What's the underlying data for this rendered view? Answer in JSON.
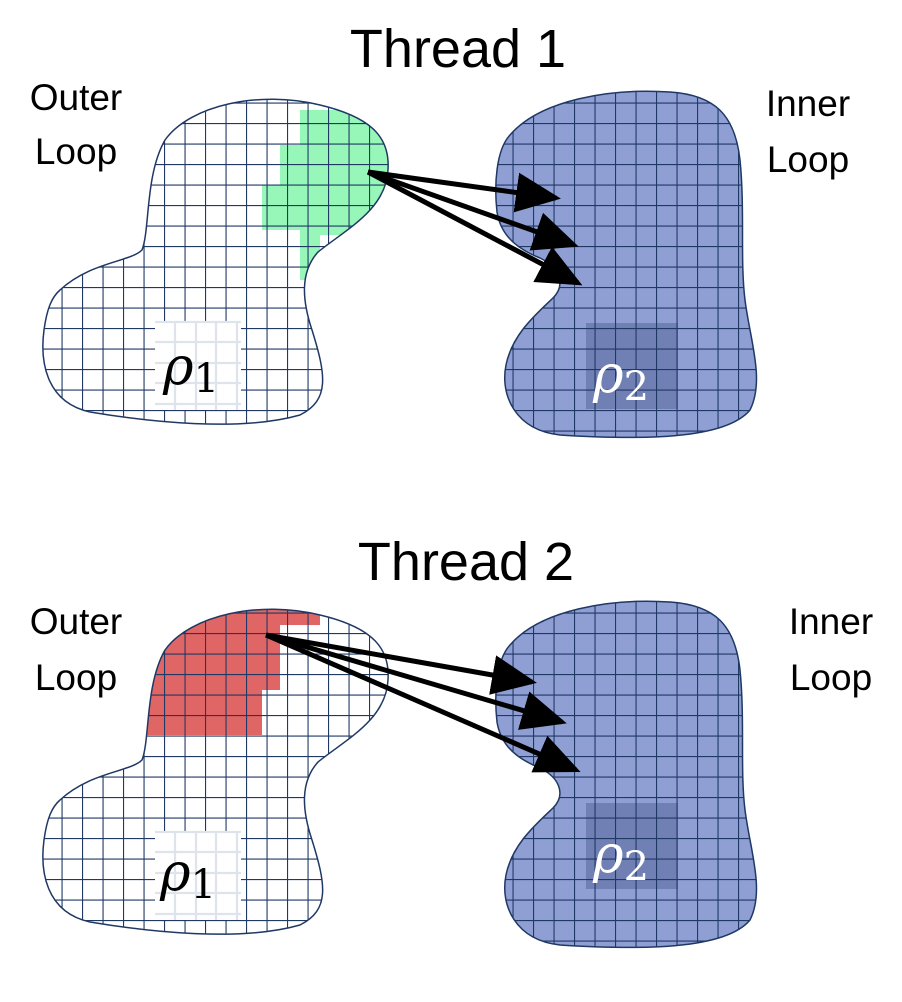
{
  "panels": [
    {
      "title": "Thread 1",
      "outer_label": [
        "Outer",
        "Loop"
      ],
      "inner_label": [
        "Inner",
        "Loop"
      ],
      "outer_symbol": "ρ",
      "outer_subscript": "1",
      "inner_symbol": "ρ",
      "inner_subscript": "2",
      "highlight_color": "#96f7b9"
    },
    {
      "title": "Thread 2",
      "outer_label": [
        "Outer",
        "Loop"
      ],
      "inner_label": [
        "Inner",
        "Loop"
      ],
      "outer_symbol": "ρ",
      "outer_subscript": "1",
      "inner_symbol": "ρ",
      "inner_subscript": "2",
      "highlight_color": "#e06666"
    }
  ],
  "colors": {
    "grid_line": "#1f3864",
    "inner_fill": "#8f9fd4",
    "outline": "#1f3864",
    "arrow": "#000000"
  }
}
